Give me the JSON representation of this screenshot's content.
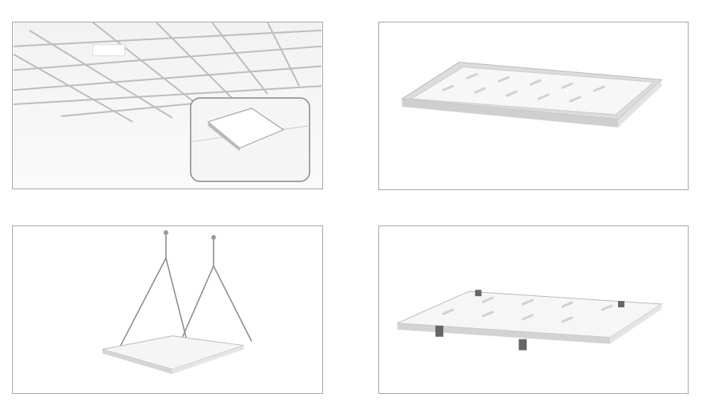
{
  "colors": {
    "frame_border": "#a8a8a8",
    "background": "#ffffff",
    "grid_line": "#c8c8c8",
    "panel_face": "#f4f4f4",
    "panel_edge": "#d9d9d9"
  },
  "panels": [
    {
      "method": "recessed-ceiling-grid",
      "icon": "ceiling-grid-icon"
    },
    {
      "method": "surface-mount-frame",
      "icon": "surface-frame-icon"
    },
    {
      "method": "suspended-wire",
      "icon": "suspension-icon"
    },
    {
      "method": "clip-mount",
      "icon": "clip-mount-icon"
    }
  ]
}
